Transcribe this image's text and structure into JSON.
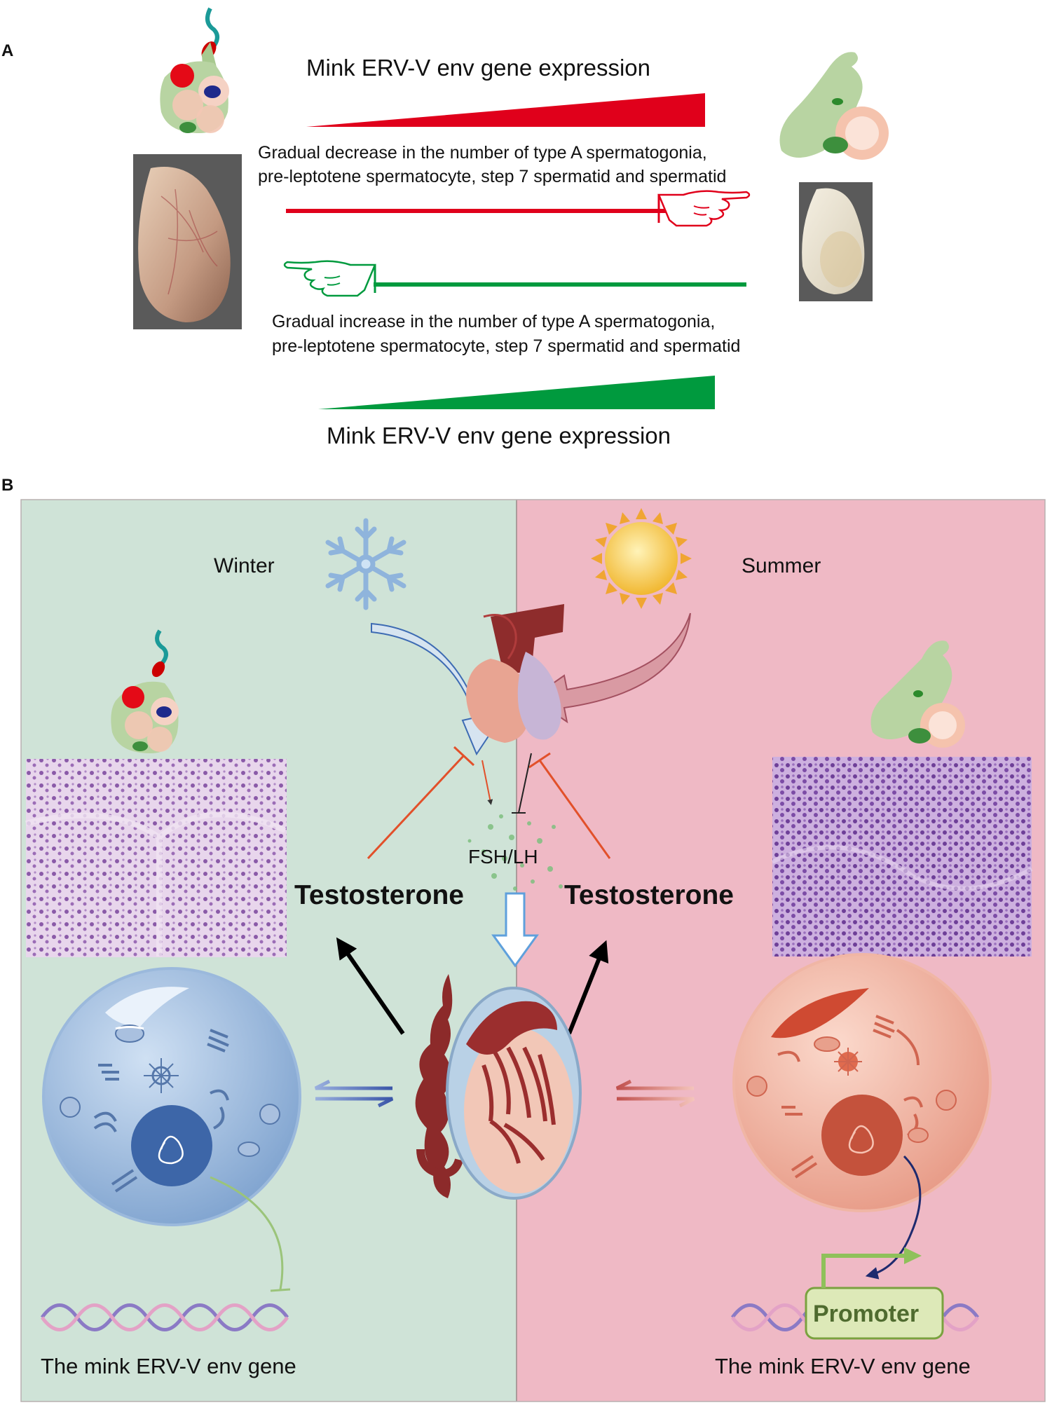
{
  "panel_a": {
    "label": "A",
    "top_heading": "Mink ERV-V env gene expression",
    "decrease_line1": "Gradual decrease in the number of type A spermatogonia,",
    "decrease_line2": "pre-leptotene spermatocyte, step 7 spermatid and spermatid",
    "increase_line1": "Gradual increase in the number of type A spermatogonia,",
    "increase_line2": "pre-leptotene spermatocyte, step 7 spermatid and spermatid",
    "bottom_heading": "Mink ERV-V env gene expression"
  },
  "panel_b": {
    "label": "B",
    "winter_label": "Winter",
    "summer_label": "Summer",
    "hormone_label": "FSH/LH",
    "testosterone_left": "Testosterone",
    "testosterone_right": "Testosterone",
    "promoter_label": "Promoter",
    "gene_label_left": "The mink ERV-V env gene",
    "gene_label_right": "The mink ERV-V env gene"
  },
  "colors": {
    "red": "#e0001b",
    "green": "#009a3e",
    "winter_bg": "#cfe3d7",
    "summer_bg": "#efb9c5",
    "testis_photo": "#b58b70",
    "histology": "#cfa8d8"
  },
  "icons": [
    "snowflake-icon",
    "sun-icon",
    "hand-pointing-right-icon",
    "hand-pointing-left-icon",
    "dna-helix-icon",
    "cell-icon",
    "testis-icon",
    "pituitary-icon"
  ]
}
